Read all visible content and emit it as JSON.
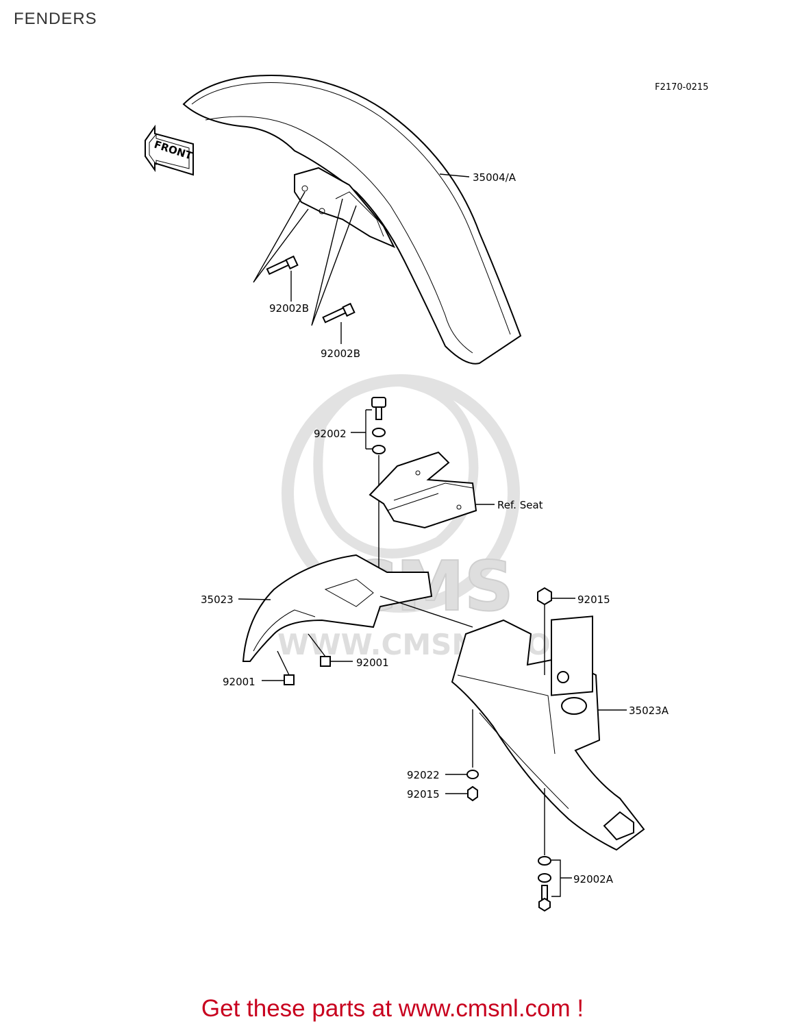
{
  "title": "FENDERS",
  "figure_code": "F2170-0215",
  "front_label": "FRONT",
  "watermark": {
    "logo_text": "CMS",
    "url_text": "WWW.CMSNL.COM"
  },
  "parts": {
    "front_fender": "35004/A",
    "bolt_upper": "92002B",
    "bolt_lower": "92002B",
    "bolt_washer_set": "92002",
    "ref_seat": "Ref. Seat",
    "rear_fender_front": "35023",
    "bolt_fender_right": "92001",
    "bolt_fender_left": "92001",
    "nut_top": "92015",
    "rear_fender_rear": "35023A",
    "washer": "92022",
    "nut_bottom": "92015",
    "bolt_set_bottom": "92002A"
  },
  "footer": {
    "text": "Get these parts at www.cmsnl.com !"
  },
  "colors": {
    "footer": "#c8001e",
    "watermark": "#dcdcdc"
  }
}
